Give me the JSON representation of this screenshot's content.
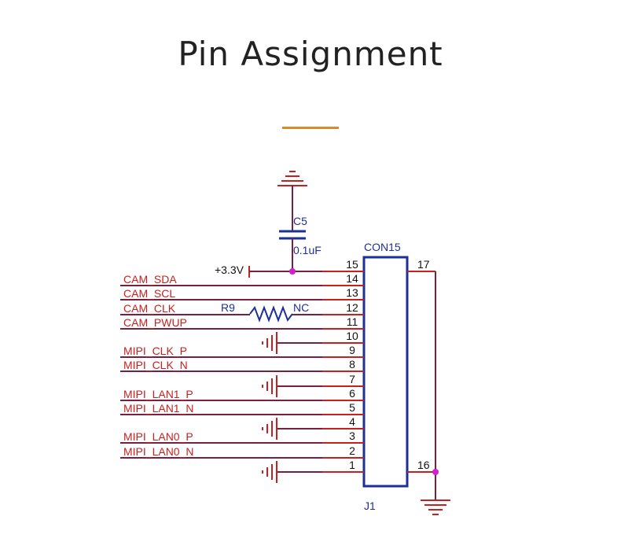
{
  "title": "Pin Assignment",
  "colors": {
    "accent_rule": "#d98a2c",
    "wire": "#7a1f3d",
    "net_label": "#c8201f",
    "component": "#1e2f9a",
    "junction": "#d020d0"
  },
  "capacitor": {
    "ref": "C5",
    "value": "0.1uF"
  },
  "resistor": {
    "ref": "R9",
    "value": "NC"
  },
  "power_label": "+3.3V",
  "connector": {
    "value": "CON15",
    "ref": "J1"
  },
  "pins": [
    {
      "num": "15",
      "net": ""
    },
    {
      "num": "14",
      "net": "CAM_SDA"
    },
    {
      "num": "13",
      "net": "CAM_SCL"
    },
    {
      "num": "12",
      "net": "CAM_CLK"
    },
    {
      "num": "11",
      "net": "CAM_PWUP"
    },
    {
      "num": "10",
      "net": ""
    },
    {
      "num": "9",
      "net": "MIPI_CLK_P"
    },
    {
      "num": "8",
      "net": "MIPI_CLK_N"
    },
    {
      "num": "7",
      "net": ""
    },
    {
      "num": "6",
      "net": "MIPI_LAN1_P"
    },
    {
      "num": "5",
      "net": "MIPI_LAN1_N"
    },
    {
      "num": "4",
      "net": ""
    },
    {
      "num": "3",
      "net": "MIPI_LAN0_P"
    },
    {
      "num": "2",
      "net": "MIPI_LAN0_N"
    },
    {
      "num": "1",
      "net": ""
    }
  ],
  "shield_pins": [
    {
      "num": "17"
    },
    {
      "num": "16"
    }
  ],
  "icons": [
    "ground-symbol-icon",
    "capacitor-icon",
    "resistor-icon",
    "junction-dot-icon"
  ]
}
